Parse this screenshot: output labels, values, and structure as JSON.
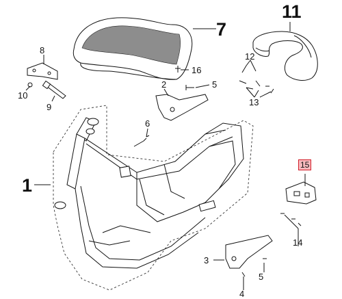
{
  "diagram": {
    "callouts": [
      {
        "id": "1",
        "label": "1",
        "style": "big"
      },
      {
        "id": "2",
        "label": "2",
        "style": "small"
      },
      {
        "id": "3",
        "label": "3",
        "style": "small"
      },
      {
        "id": "4",
        "label": "4",
        "style": "small"
      },
      {
        "id": "5a",
        "label": "5",
        "style": "small"
      },
      {
        "id": "5b",
        "label": "5",
        "style": "small"
      },
      {
        "id": "6",
        "label": "6",
        "style": "small"
      },
      {
        "id": "7",
        "label": "7",
        "style": "big"
      },
      {
        "id": "8",
        "label": "8",
        "style": "small"
      },
      {
        "id": "9",
        "label": "9",
        "style": "small"
      },
      {
        "id": "10",
        "label": "10",
        "style": "small"
      },
      {
        "id": "11",
        "label": "11",
        "style": "big"
      },
      {
        "id": "12",
        "label": "12",
        "style": "small"
      },
      {
        "id": "13",
        "label": "13",
        "style": "small"
      },
      {
        "id": "14",
        "label": "14",
        "style": "small"
      },
      {
        "id": "15",
        "label": "15",
        "style": "boxed",
        "highlight_color": "#f6b9bd",
        "border_color": "#d21f2a"
      },
      {
        "id": "16",
        "label": "16",
        "style": "small"
      }
    ]
  }
}
